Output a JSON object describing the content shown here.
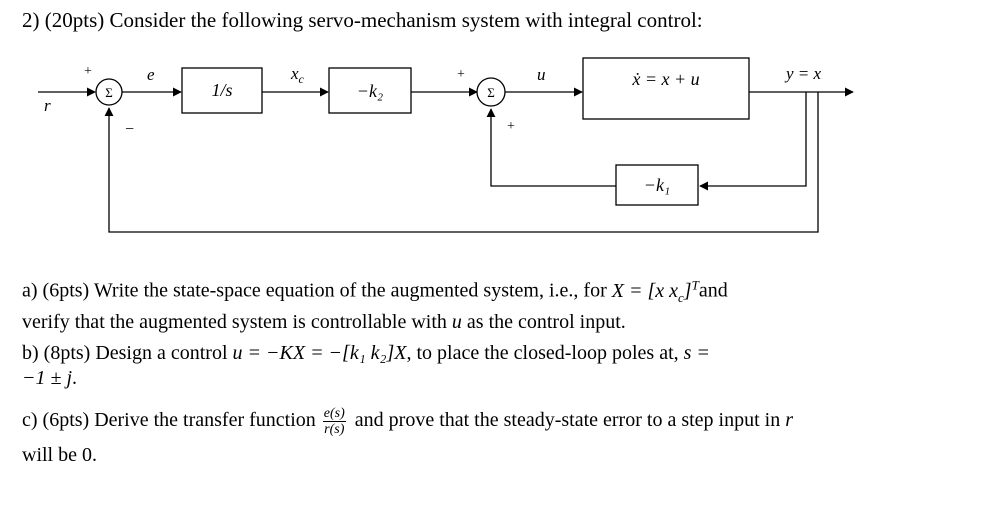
{
  "header": {
    "text": "2) (20pts) Consider the following servo-mechanism system with integral control:"
  },
  "diagram": {
    "input_label": "r",
    "sum1": {
      "symbol": "Σ",
      "sign_top": "+",
      "sign_bottom": "−"
    },
    "error_label": "e",
    "integrator_block": "1/s",
    "xc_label": "x_c",
    "gain_k2_block": "−k₂",
    "sum2": {
      "symbol": "Σ",
      "sign_top": "+",
      "sign_bottom": "+"
    },
    "u_label": "u",
    "plant_block": "ẋ = x + u",
    "output_label": "y = x",
    "gain_k1_block": "−k₁"
  },
  "parts": {
    "a": {
      "line1_prefix": "a) (6pts) Write the state-space equation of the augmented system, i.e., for ",
      "line1_math": "X = [x   x",
      "line1_math_sub": "c",
      "line1_math_end": "]",
      "line1_sup": "T",
      "line1_suffix": "and",
      "line2_prefix": "verify that the augmented system is controllable with ",
      "line2_math": "u",
      "line2_suffix": " as the control input."
    },
    "b": {
      "line1_prefix": "b) (8pts) Design a control ",
      "line1_math": "u = −KX = −[k₁   k₂]X",
      "line1_suffix": ", to place the closed-loop poles at, ",
      "line1_math2": "s =",
      "line2_math": "−1 ± j",
      "line2_suffix": "."
    },
    "c": {
      "prefix": "c) (6pts) Derive the transfer function ",
      "frac_num": "e(s)",
      "frac_den": "r(s)",
      "middle": " and prove that the steady-state error to a step input in ",
      "math_r": "r",
      "line2": "will be 0."
    }
  }
}
